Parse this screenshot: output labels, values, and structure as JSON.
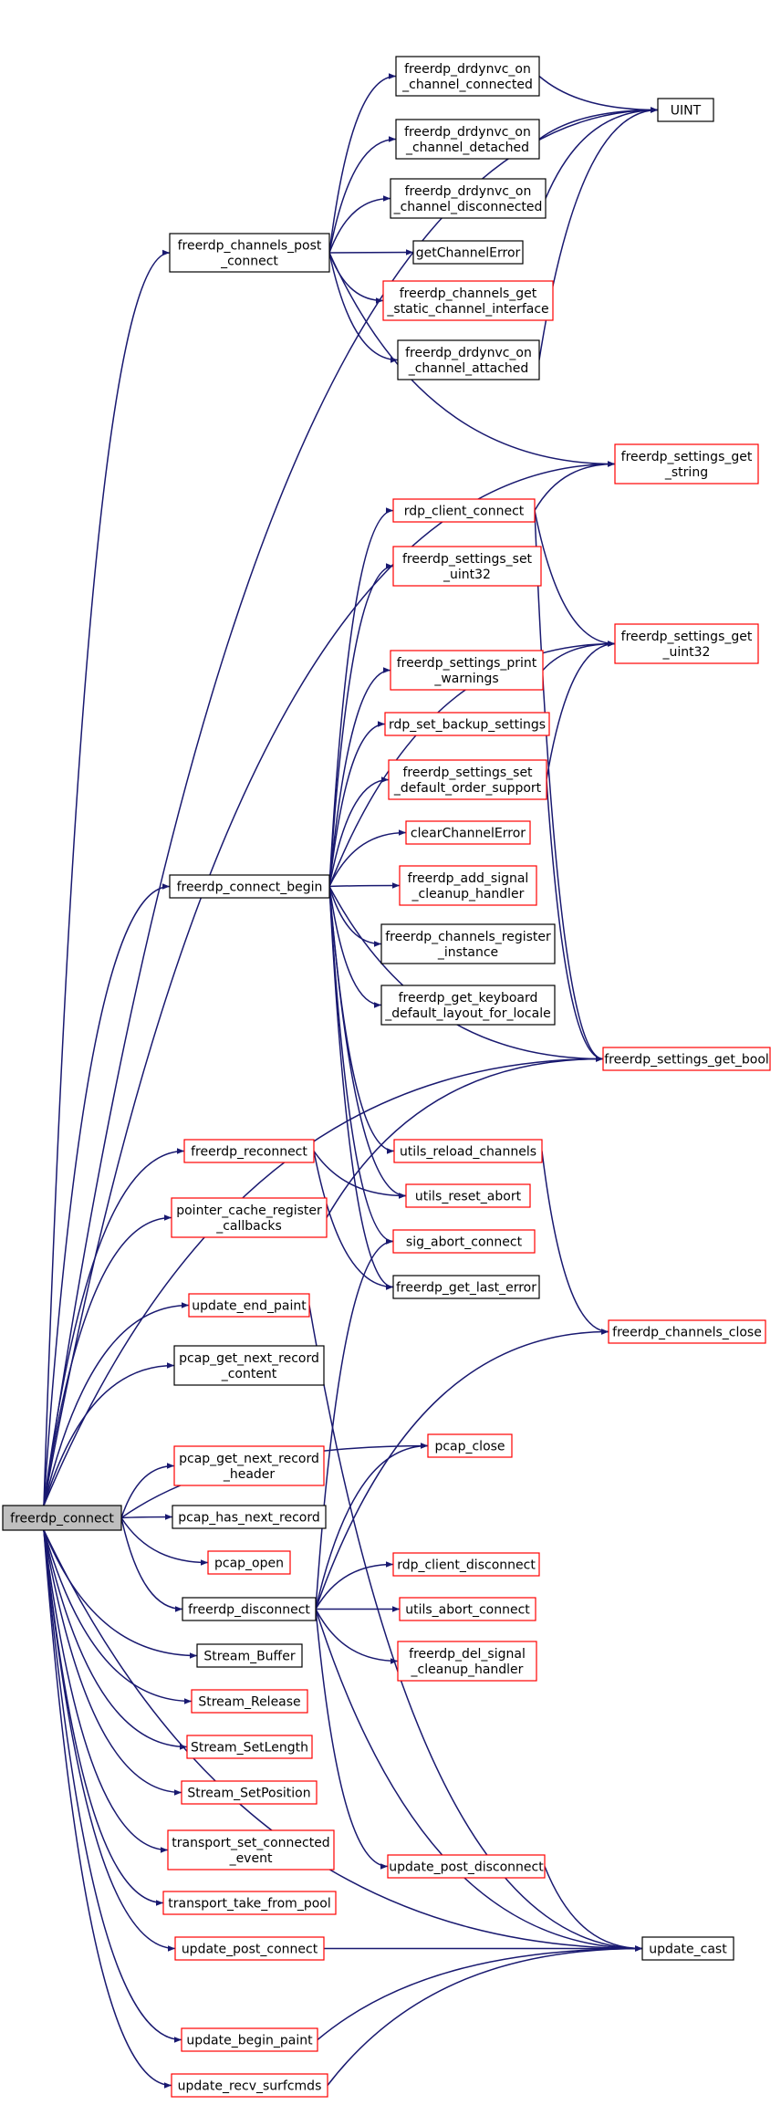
{
  "colors": {
    "edge": "#191970",
    "node_border_documented": "#000000",
    "node_border_linked": "#ff0000",
    "root_fill": "#bfbfbf",
    "node_fill": "#ffffff"
  },
  "nodes": {
    "freerdp_connect": {
      "lines": [
        "freerdp_connect"
      ],
      "style": "root"
    },
    "freerdp_channels_post_connect": {
      "lines": [
        "freerdp_channels_post",
        "_connect"
      ],
      "style": "black"
    },
    "freerdp_drdynvc_on_channel_connected": {
      "lines": [
        "freerdp_drdynvc_on",
        "_channel_connected"
      ],
      "style": "black"
    },
    "freerdp_drdynvc_on_channel_detached": {
      "lines": [
        "freerdp_drdynvc_on",
        "_channel_detached"
      ],
      "style": "black"
    },
    "freerdp_drdynvc_on_channel_disconnected": {
      "lines": [
        "freerdp_drdynvc_on",
        "_channel_disconnected"
      ],
      "style": "black"
    },
    "getChannelError": {
      "lines": [
        "getChannelError"
      ],
      "style": "black"
    },
    "freerdp_channels_get_static_channel_interface": {
      "lines": [
        "freerdp_channels_get",
        "_static_channel_interface"
      ],
      "style": "red"
    },
    "freerdp_drdynvc_on_channel_attached": {
      "lines": [
        "freerdp_drdynvc_on",
        "_channel_attached"
      ],
      "style": "black"
    },
    "UINT": {
      "lines": [
        "UINT"
      ],
      "style": "black"
    },
    "freerdp_settings_get_string": {
      "lines": [
        "freerdp_settings_get",
        "_string"
      ],
      "style": "red"
    },
    "rdp_client_connect": {
      "lines": [
        "rdp_client_connect"
      ],
      "style": "red"
    },
    "freerdp_settings_set_uint32": {
      "lines": [
        "freerdp_settings_set",
        "_uint32"
      ],
      "style": "red"
    },
    "freerdp_settings_get_uint32": {
      "lines": [
        "freerdp_settings_get",
        "_uint32"
      ],
      "style": "red"
    },
    "freerdp_settings_print_warnings": {
      "lines": [
        "freerdp_settings_print",
        "_warnings"
      ],
      "style": "red"
    },
    "rdp_set_backup_settings": {
      "lines": [
        "rdp_set_backup_settings"
      ],
      "style": "red"
    },
    "freerdp_settings_set_default_order_support": {
      "lines": [
        "freerdp_settings_set",
        "_default_order_support"
      ],
      "style": "red"
    },
    "freerdp_connect_begin": {
      "lines": [
        "freerdp_connect_begin"
      ],
      "style": "black"
    },
    "clearChannelError": {
      "lines": [
        "clearChannelError"
      ],
      "style": "red"
    },
    "freerdp_add_signal_cleanup_handler": {
      "lines": [
        "freerdp_add_signal",
        "_cleanup_handler"
      ],
      "style": "red"
    },
    "freerdp_channels_register_instance": {
      "lines": [
        "freerdp_channels_register",
        "_instance"
      ],
      "style": "black"
    },
    "freerdp_get_keyboard_default_layout_for_locale": {
      "lines": [
        "freerdp_get_keyboard",
        "_default_layout_for_locale"
      ],
      "style": "black"
    },
    "freerdp_settings_get_bool": {
      "lines": [
        "freerdp_settings_get_bool"
      ],
      "style": "red"
    },
    "freerdp_reconnect": {
      "lines": [
        "freerdp_reconnect"
      ],
      "style": "red"
    },
    "utils_reload_channels": {
      "lines": [
        "utils_reload_channels"
      ],
      "style": "red"
    },
    "utils_reset_abort": {
      "lines": [
        "utils_reset_abort"
      ],
      "style": "red"
    },
    "pointer_cache_register_callbacks": {
      "lines": [
        "pointer_cache_register",
        "_callbacks"
      ],
      "style": "red"
    },
    "sig_abort_connect": {
      "lines": [
        "sig_abort_connect"
      ],
      "style": "red"
    },
    "freerdp_get_last_error": {
      "lines": [
        "freerdp_get_last_error"
      ],
      "style": "black"
    },
    "update_end_paint": {
      "lines": [
        "update_end_paint"
      ],
      "style": "red"
    },
    "freerdp_channels_close": {
      "lines": [
        "freerdp_channels_close"
      ],
      "style": "red"
    },
    "pcap_get_next_record_content": {
      "lines": [
        "pcap_get_next_record",
        "_content"
      ],
      "style": "black"
    },
    "pcap_close": {
      "lines": [
        "pcap_close"
      ],
      "style": "red"
    },
    "pcap_get_next_record_header": {
      "lines": [
        "pcap_get_next_record",
        "_header"
      ],
      "style": "red"
    },
    "pcap_has_next_record": {
      "lines": [
        "pcap_has_next_record"
      ],
      "style": "black"
    },
    "pcap_open": {
      "lines": [
        "pcap_open"
      ],
      "style": "red"
    },
    "rdp_client_disconnect": {
      "lines": [
        "rdp_client_disconnect"
      ],
      "style": "red"
    },
    "freerdp_disconnect": {
      "lines": [
        "freerdp_disconnect"
      ],
      "style": "black"
    },
    "utils_abort_connect": {
      "lines": [
        "utils_abort_connect"
      ],
      "style": "red"
    },
    "freerdp_del_signal_cleanup_handler": {
      "lines": [
        "freerdp_del_signal",
        "_cleanup_handler"
      ],
      "style": "red"
    },
    "Stream_Buffer": {
      "lines": [
        "Stream_Buffer"
      ],
      "style": "black"
    },
    "Stream_Release": {
      "lines": [
        "Stream_Release"
      ],
      "style": "red"
    },
    "Stream_SetLength": {
      "lines": [
        "Stream_SetLength"
      ],
      "style": "red"
    },
    "Stream_SetPosition": {
      "lines": [
        "Stream_SetPosition"
      ],
      "style": "red"
    },
    "transport_set_connected_event": {
      "lines": [
        "transport_set_connected",
        "_event"
      ],
      "style": "red"
    },
    "transport_take_from_pool": {
      "lines": [
        "transport_take_from_pool"
      ],
      "style": "red"
    },
    "update_post_disconnect": {
      "lines": [
        "update_post_disconnect"
      ],
      "style": "red"
    },
    "update_post_connect": {
      "lines": [
        "update_post_connect"
      ],
      "style": "red"
    },
    "update_cast": {
      "lines": [
        "update_cast"
      ],
      "style": "black"
    },
    "update_begin_paint": {
      "lines": [
        "update_begin_paint"
      ],
      "style": "red"
    },
    "update_recv_surfcmds": {
      "lines": [
        "update_recv_surfcmds"
      ],
      "style": "red"
    }
  },
  "edges": [
    [
      "freerdp_connect",
      "freerdp_channels_post_connect"
    ],
    [
      "freerdp_connect",
      "UINT"
    ],
    [
      "freerdp_connect",
      "freerdp_settings_get_string"
    ],
    [
      "freerdp_connect",
      "freerdp_connect_begin"
    ],
    [
      "freerdp_connect",
      "freerdp_settings_get_bool"
    ],
    [
      "freerdp_connect",
      "freerdp_reconnect"
    ],
    [
      "freerdp_connect",
      "pointer_cache_register_callbacks"
    ],
    [
      "freerdp_connect",
      "update_end_paint"
    ],
    [
      "freerdp_connect",
      "pcap_get_next_record_content"
    ],
    [
      "freerdp_connect",
      "pcap_close"
    ],
    [
      "freerdp_connect",
      "pcap_get_next_record_header"
    ],
    [
      "freerdp_connect",
      "pcap_has_next_record"
    ],
    [
      "freerdp_connect",
      "pcap_open"
    ],
    [
      "freerdp_connect",
      "freerdp_disconnect"
    ],
    [
      "freerdp_connect",
      "Stream_Buffer"
    ],
    [
      "freerdp_connect",
      "Stream_Release"
    ],
    [
      "freerdp_connect",
      "Stream_SetLength"
    ],
    [
      "freerdp_connect",
      "Stream_SetPosition"
    ],
    [
      "freerdp_connect",
      "transport_set_connected_event"
    ],
    [
      "freerdp_connect",
      "transport_take_from_pool"
    ],
    [
      "freerdp_connect",
      "update_post_connect"
    ],
    [
      "freerdp_connect",
      "update_cast"
    ],
    [
      "freerdp_connect",
      "update_begin_paint"
    ],
    [
      "freerdp_connect",
      "update_recv_surfcmds"
    ],
    [
      "freerdp_channels_post_connect",
      "freerdp_drdynvc_on_channel_connected"
    ],
    [
      "freerdp_channels_post_connect",
      "freerdp_drdynvc_on_channel_detached"
    ],
    [
      "freerdp_channels_post_connect",
      "freerdp_drdynvc_on_channel_disconnected"
    ],
    [
      "freerdp_channels_post_connect",
      "getChannelError"
    ],
    [
      "freerdp_channels_post_connect",
      "freerdp_channels_get_static_channel_interface"
    ],
    [
      "freerdp_channels_post_connect",
      "freerdp_drdynvc_on_channel_attached"
    ],
    [
      "freerdp_channels_post_connect",
      "freerdp_settings_get_string"
    ],
    [
      "freerdp_drdynvc_on_channel_connected",
      "UINT"
    ],
    [
      "freerdp_drdynvc_on_channel_detached",
      "UINT"
    ],
    [
      "freerdp_drdynvc_on_channel_disconnected",
      "UINT"
    ],
    [
      "freerdp_drdynvc_on_channel_attached",
      "UINT"
    ],
    [
      "rdp_client_connect",
      "freerdp_settings_get_string"
    ],
    [
      "rdp_client_connect",
      "freerdp_settings_get_uint32"
    ],
    [
      "rdp_client_connect",
      "freerdp_settings_get_bool"
    ],
    [
      "freerdp_settings_print_warnings",
      "freerdp_settings_get_uint32"
    ],
    [
      "freerdp_settings_set_default_order_support",
      "freerdp_settings_get_uint32"
    ],
    [
      "freerdp_settings_set_default_order_support",
      "freerdp_settings_get_bool"
    ],
    [
      "freerdp_connect_begin",
      "rdp_client_connect"
    ],
    [
      "freerdp_connect_begin",
      "freerdp_settings_set_uint32"
    ],
    [
      "freerdp_connect_begin",
      "freerdp_settings_get_uint32"
    ],
    [
      "freerdp_connect_begin",
      "freerdp_settings_print_warnings"
    ],
    [
      "freerdp_connect_begin",
      "rdp_set_backup_settings"
    ],
    [
      "freerdp_connect_begin",
      "freerdp_settings_set_default_order_support"
    ],
    [
      "freerdp_connect_begin",
      "clearChannelError"
    ],
    [
      "freerdp_connect_begin",
      "freerdp_add_signal_cleanup_handler"
    ],
    [
      "freerdp_connect_begin",
      "freerdp_channels_register_instance"
    ],
    [
      "freerdp_connect_begin",
      "freerdp_get_keyboard_default_layout_for_locale"
    ],
    [
      "freerdp_connect_begin",
      "freerdp_settings_get_bool"
    ],
    [
      "freerdp_connect_begin",
      "utils_reload_channels"
    ],
    [
      "freerdp_connect_begin",
      "utils_reset_abort"
    ],
    [
      "freerdp_connect_begin",
      "sig_abort_connect"
    ],
    [
      "freerdp_connect_begin",
      "freerdp_get_last_error"
    ],
    [
      "freerdp_reconnect",
      "utils_reset_abort"
    ],
    [
      "freerdp_reconnect",
      "freerdp_get_last_error"
    ],
    [
      "utils_reload_channels",
      "freerdp_channels_close"
    ],
    [
      "pointer_cache_register_callbacks",
      "freerdp_settings_get_bool"
    ],
    [
      "update_end_paint",
      "update_cast"
    ],
    [
      "freerdp_disconnect",
      "pcap_close"
    ],
    [
      "freerdp_disconnect",
      "freerdp_channels_close"
    ],
    [
      "freerdp_disconnect",
      "sig_abort_connect"
    ],
    [
      "freerdp_disconnect",
      "rdp_client_disconnect"
    ],
    [
      "freerdp_disconnect",
      "utils_abort_connect"
    ],
    [
      "freerdp_disconnect",
      "freerdp_del_signal_cleanup_handler"
    ],
    [
      "freerdp_disconnect",
      "update_post_disconnect"
    ],
    [
      "freerdp_disconnect",
      "update_cast"
    ],
    [
      "update_post_disconnect",
      "update_cast"
    ],
    [
      "update_post_connect",
      "update_cast"
    ],
    [
      "update_begin_paint",
      "update_cast"
    ],
    [
      "update_recv_surfcmds",
      "update_cast"
    ]
  ]
}
